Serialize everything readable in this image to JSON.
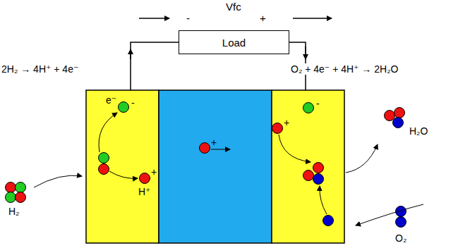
{
  "diagram": {
    "nodes": [
      {
        "text": [
          "Load"
        ]
      }
    ],
    "labels": [
      "Vfc",
      "-",
      "+",
      "2H₂ → 4H⁺ + 4e⁻",
      "O₂ + 4e⁻ + 4H⁺ → 2H₂O",
      "e⁻",
      "-",
      "H⁺",
      "+",
      "H₂",
      "+",
      "-",
      "+",
      "H₂O",
      "O₂"
    ]
  }
}
